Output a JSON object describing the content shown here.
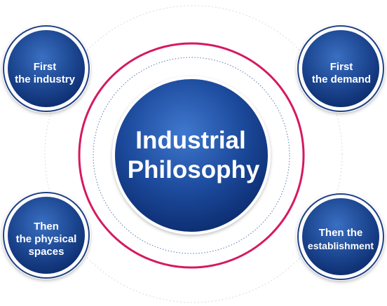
{
  "center": {
    "line1": "Industrial",
    "line2": "Philosophy"
  },
  "nodes": {
    "top_left": {
      "line1": "First",
      "line2": "the industry",
      "line3": ""
    },
    "top_right": {
      "line1": "First",
      "line2": "the demand",
      "line3": ""
    },
    "bottom_left": {
      "line1": "Then",
      "line2": "the physical",
      "line3": "spaces"
    },
    "bottom_right": {
      "line1": "Then the",
      "line2": "establishment",
      "line3": ""
    }
  },
  "colors": {
    "ring_accent": "#d6195f",
    "node_fill_light": "#3a6fc2",
    "node_fill_dark": "#0c2a6b",
    "node_border": "#1f3f86",
    "text": "#ffffff"
  }
}
